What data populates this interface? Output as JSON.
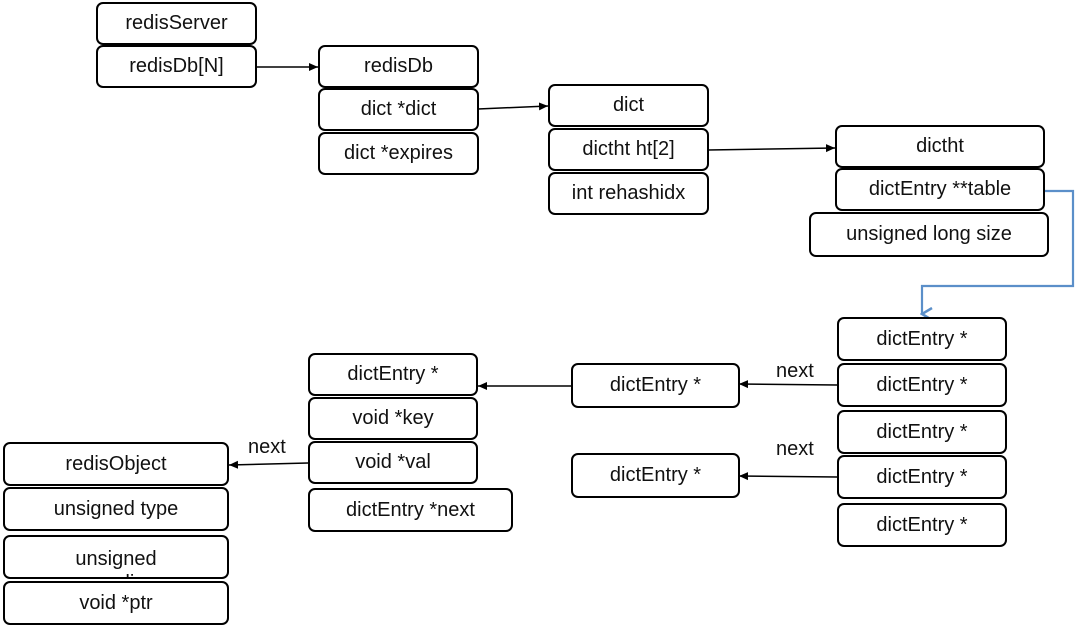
{
  "redisServer": {
    "title": "redisServer",
    "db": "redisDb[N]"
  },
  "redisDb": {
    "title": "redisDb",
    "dict": "dict *dict",
    "expires": "dict *expires"
  },
  "dict": {
    "title": "dict",
    "ht": "dictht ht[2]",
    "rehash": "int rehashidx"
  },
  "dictht": {
    "title": "dictht",
    "table": "dictEntry **table",
    "size": "unsigned long size"
  },
  "table": {
    "slots": [
      "dictEntry *",
      "dictEntry *",
      "dictEntry *",
      "dictEntry *",
      "dictEntry *"
    ]
  },
  "chain": {
    "entry_a": "dictEntry *",
    "entry_b": "dictEntry *",
    "next_a": "next",
    "next_b": "next"
  },
  "dictEntry": {
    "title": "dictEntry *",
    "key": "void *key",
    "val": "void *val",
    "next": "dictEntry *next"
  },
  "redisObject": {
    "title": "redisObject",
    "type": "unsigned type",
    "encoding": "unsigned encoding",
    "ptr": "void *ptr",
    "next": "next"
  },
  "colors": {
    "line": "#000000",
    "pointer": "#5b8fc9"
  }
}
